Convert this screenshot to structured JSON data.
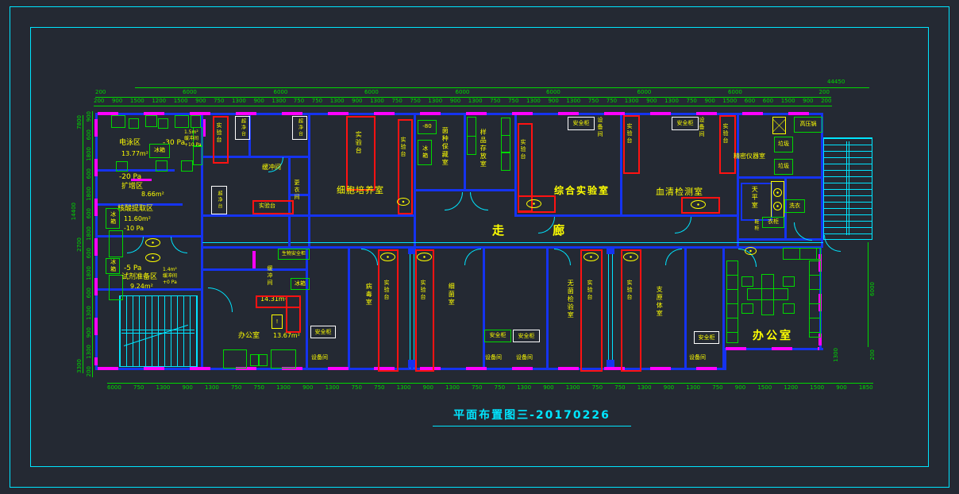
{
  "title": {
    "text": "平面布置图三-20170226"
  },
  "corridor": {
    "label": "走  廊"
  },
  "rooms": {
    "electrophoresis": {
      "name": "电泳区",
      "pressure": "-30 Pa",
      "area": "13.77m²"
    },
    "amplification": {
      "name": "扩增区",
      "pressure": "-20 Pa",
      "area": "8.66m²"
    },
    "extraction": {
      "name": "核酸提取区",
      "area": "11.60m²",
      "pressure": "-10 Pa"
    },
    "reagent_prep": {
      "name": "试剂准备区",
      "pressure": "-5 Pa",
      "area": "9.24m²"
    },
    "buffer_a": {
      "name": "缓冲间"
    },
    "buffer_b": {
      "area": "1.5m²",
      "name": "缓冲间",
      "pressure": "+10 Pa"
    },
    "buffer_c": {
      "area": "1.4m²",
      "name": "缓冲间",
      "pressure": "+0 Pa"
    },
    "changing": {
      "name": "更衣间"
    },
    "cell_culture": {
      "name": "细胞培养室"
    },
    "strain_storage": {
      "name": "菌种保藏室"
    },
    "sample_storage": {
      "name": "样品存放室"
    },
    "comprehensive_lab": {
      "name": "综合实验室"
    },
    "serum_test": {
      "name": "血清检测室"
    },
    "precision_instrument": {
      "name": "精密仪器室"
    },
    "balance_room": {
      "name": "天平室"
    },
    "office_small": {
      "name": "办公室",
      "area": "13.67m²"
    },
    "room_side": {
      "area": "14.31m²"
    },
    "buffer_d": {
      "name": "缓冲间"
    },
    "virus_room": {
      "name": "病毒室"
    },
    "bacteria_room": {
      "name": "细菌室"
    },
    "sterility_room": {
      "name": "无菌检验室"
    },
    "mycoplasma_room": {
      "name": "支原体室"
    },
    "office_main": {
      "name": "办公室"
    }
  },
  "equipment": {
    "bench": "实验台",
    "clean_bench": "超净台",
    "safety_cabinet": "安全柜",
    "bio_safety_cabinet": "生物安全柜",
    "equipment_room": "设备间",
    "fridge": "冰箱",
    "freezer": "-80",
    "autoclave": "高压锅",
    "trash": "垃圾",
    "laundry": "洗衣",
    "wardrobe": "衣柜",
    "shoe_cabinet": "鞋柜",
    "alert": "!"
  },
  "dimensions": {
    "total_width": "44450",
    "total_height": "14400",
    "top_majors": [
      "200",
      "6000",
      "6000",
      "6000",
      "6000",
      "6000",
      "6000",
      "6000",
      "200"
    ],
    "top_details": [
      "200",
      "900",
      "1500",
      "1200",
      "1500",
      "900",
      "750",
      "1300",
      "900",
      "1300",
      "750",
      "750",
      "1300",
      "900",
      "1300",
      "750",
      "750",
      "1300",
      "900",
      "1300",
      "750",
      "750",
      "1300",
      "900",
      "1300",
      "750",
      "750",
      "1300",
      "900",
      "1300",
      "750",
      "900",
      "1500",
      "600",
      "600",
      "1500",
      "900",
      "200"
    ],
    "bottom_details": [
      "6000",
      "750",
      "1300",
      "900",
      "1300",
      "750",
      "750",
      "1300",
      "900",
      "1300",
      "750",
      "750",
      "1300",
      "900",
      "1300",
      "750",
      "750",
      "1300",
      "900",
      "1300",
      "750",
      "750",
      "1300",
      "900",
      "1300",
      "750",
      "900",
      "1500",
      "1200",
      "1500",
      "900",
      "1850"
    ],
    "left_majors": [
      "7800",
      "2700",
      "3300"
    ],
    "left_details": [
      "900",
      "600",
      "1800",
      "600",
      "1800",
      "600",
      "1800",
      "600",
      "1800",
      "600",
      "1300",
      "900",
      "1300",
      "200"
    ],
    "right_height": "6000",
    "right_200": "200",
    "right_1300": "1300"
  },
  "colors": {
    "background": "#242933",
    "wall_blue": "#1533f0",
    "line_cyan": "#00e5ff",
    "dim_green": "#00d900",
    "text_yellow": "#ffff00",
    "bench_red": "#ff1212",
    "window_magenta": "#ff00ff",
    "cabinet_white": "#ffffff"
  }
}
